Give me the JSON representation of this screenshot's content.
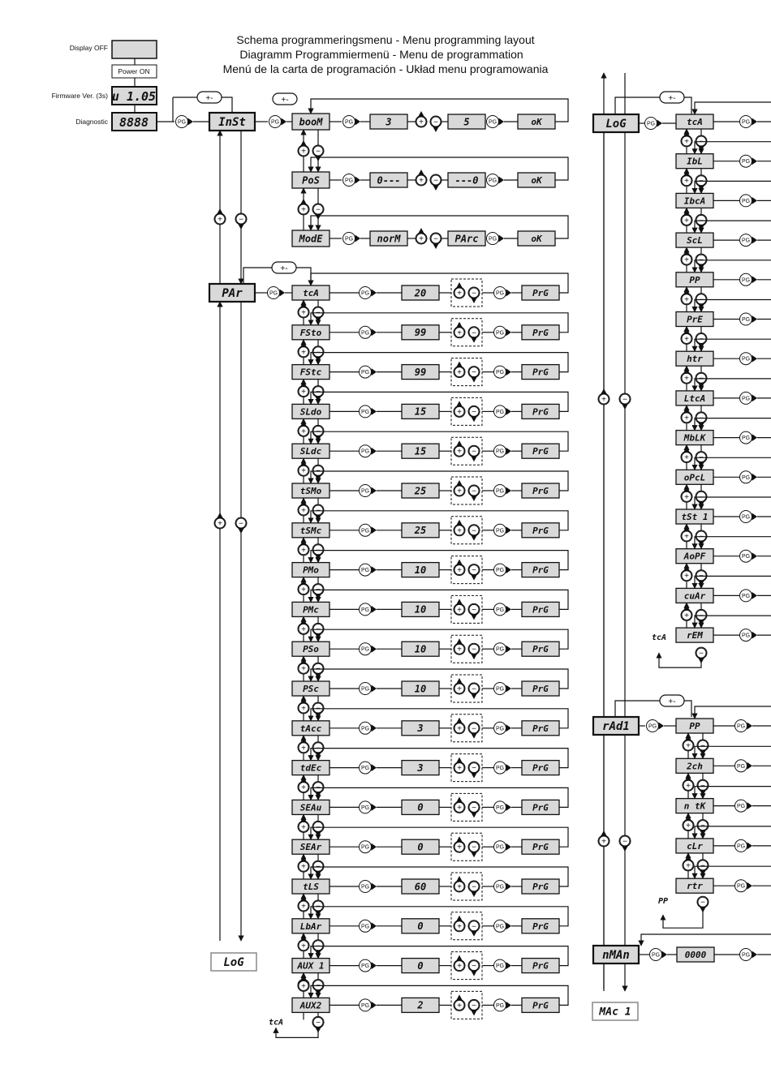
{
  "title_lines": [
    "Schema programmeringsmenu - Menu programming layout",
    "Diagramm Programmiermenü - Menu de programmation",
    "Menú de la carta de programación - Układ menu programowania"
  ],
  "left_labels": {
    "display_off": "Display OFF",
    "power_on": "Power ON",
    "firmware": "Firmware Ver. (3s)",
    "diagnostic": "Diagnostic"
  },
  "display": {
    "firmware": "u 1.05",
    "diagnostic": "8888"
  },
  "symbols": {
    "pg": "PG",
    "plus": "+",
    "minus": "−",
    "plusminus": "+-"
  },
  "menus": {
    "inst": "InSt",
    "par": "PAr",
    "log": "LoG",
    "rad": "rAd1",
    "nman": "nMAn"
  },
  "footer_refs": {
    "log_next": "LoG",
    "mac_next": "MAc 1"
  },
  "loop_refs": {
    "par_back": "tcA",
    "log_back": "tcA",
    "rad_back": "PP"
  },
  "inst_items": [
    {
      "code": "booM",
      "v1": "3",
      "v2": "5",
      "ok": "oK"
    },
    {
      "code": "PoS",
      "v1": "0---",
      "v2": "---0",
      "ok": "oK"
    },
    {
      "code": "ModE",
      "v1": "norM",
      "v2": "PArc",
      "ok": "oK"
    }
  ],
  "par_items": [
    {
      "code": "tcA",
      "value": "20"
    },
    {
      "code": "FSto",
      "value": "99"
    },
    {
      "code": "FStc",
      "value": "99"
    },
    {
      "code": "SLdo",
      "value": "15"
    },
    {
      "code": "SLdc",
      "value": "15"
    },
    {
      "code": "tSMo",
      "value": "25"
    },
    {
      "code": "tSMc",
      "value": "25"
    },
    {
      "code": "PMo",
      "value": "10"
    },
    {
      "code": "PMc",
      "value": "10"
    },
    {
      "code": "PSo",
      "value": "10"
    },
    {
      "code": "PSc",
      "value": "10"
    },
    {
      "code": "tAcc",
      "value": "3"
    },
    {
      "code": "tdEc",
      "value": "3"
    },
    {
      "code": "SEAu",
      "value": "0"
    },
    {
      "code": "SEAr",
      "value": "0"
    },
    {
      "code": "tLS",
      "value": "60"
    },
    {
      "code": "LbAr",
      "value": "0"
    },
    {
      "code": "AUX 1",
      "value": "0"
    },
    {
      "code": "AUX2",
      "value": "2"
    }
  ],
  "par_end": "PrG",
  "log_items": [
    "tcA",
    "IbL",
    "IbcA",
    "ScL",
    "PP",
    "PrE",
    "htr",
    "LtcA",
    "MbLK",
    "oPcL",
    "tSt 1",
    "AoPF",
    "cuAr",
    "rEM"
  ],
  "rad_items": [
    "PP",
    "2ch",
    "n tK",
    "cLr",
    "rtr"
  ],
  "nman_value": "0000"
}
